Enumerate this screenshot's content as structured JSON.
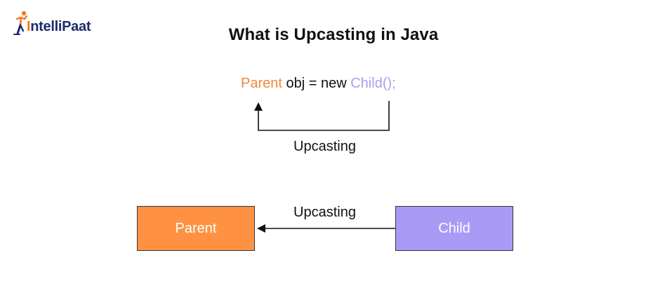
{
  "logo": {
    "text_main": "ntelliPaat",
    "text_accent": "I",
    "brand_color": "#1e2a6e",
    "accent_color": "#f47a20"
  },
  "title": "What is Upcasting in Java",
  "code": {
    "parent": "Parent",
    "middle": " obj = new ",
    "child": "Child",
    "parens": "();"
  },
  "upper_arrow_label": "Upcasting",
  "lower_arrow_label": "Upcasting",
  "boxes": {
    "parent": {
      "label": "Parent",
      "color": "#ff9242"
    },
    "child": {
      "label": "Child",
      "color": "#a99bf5"
    }
  }
}
